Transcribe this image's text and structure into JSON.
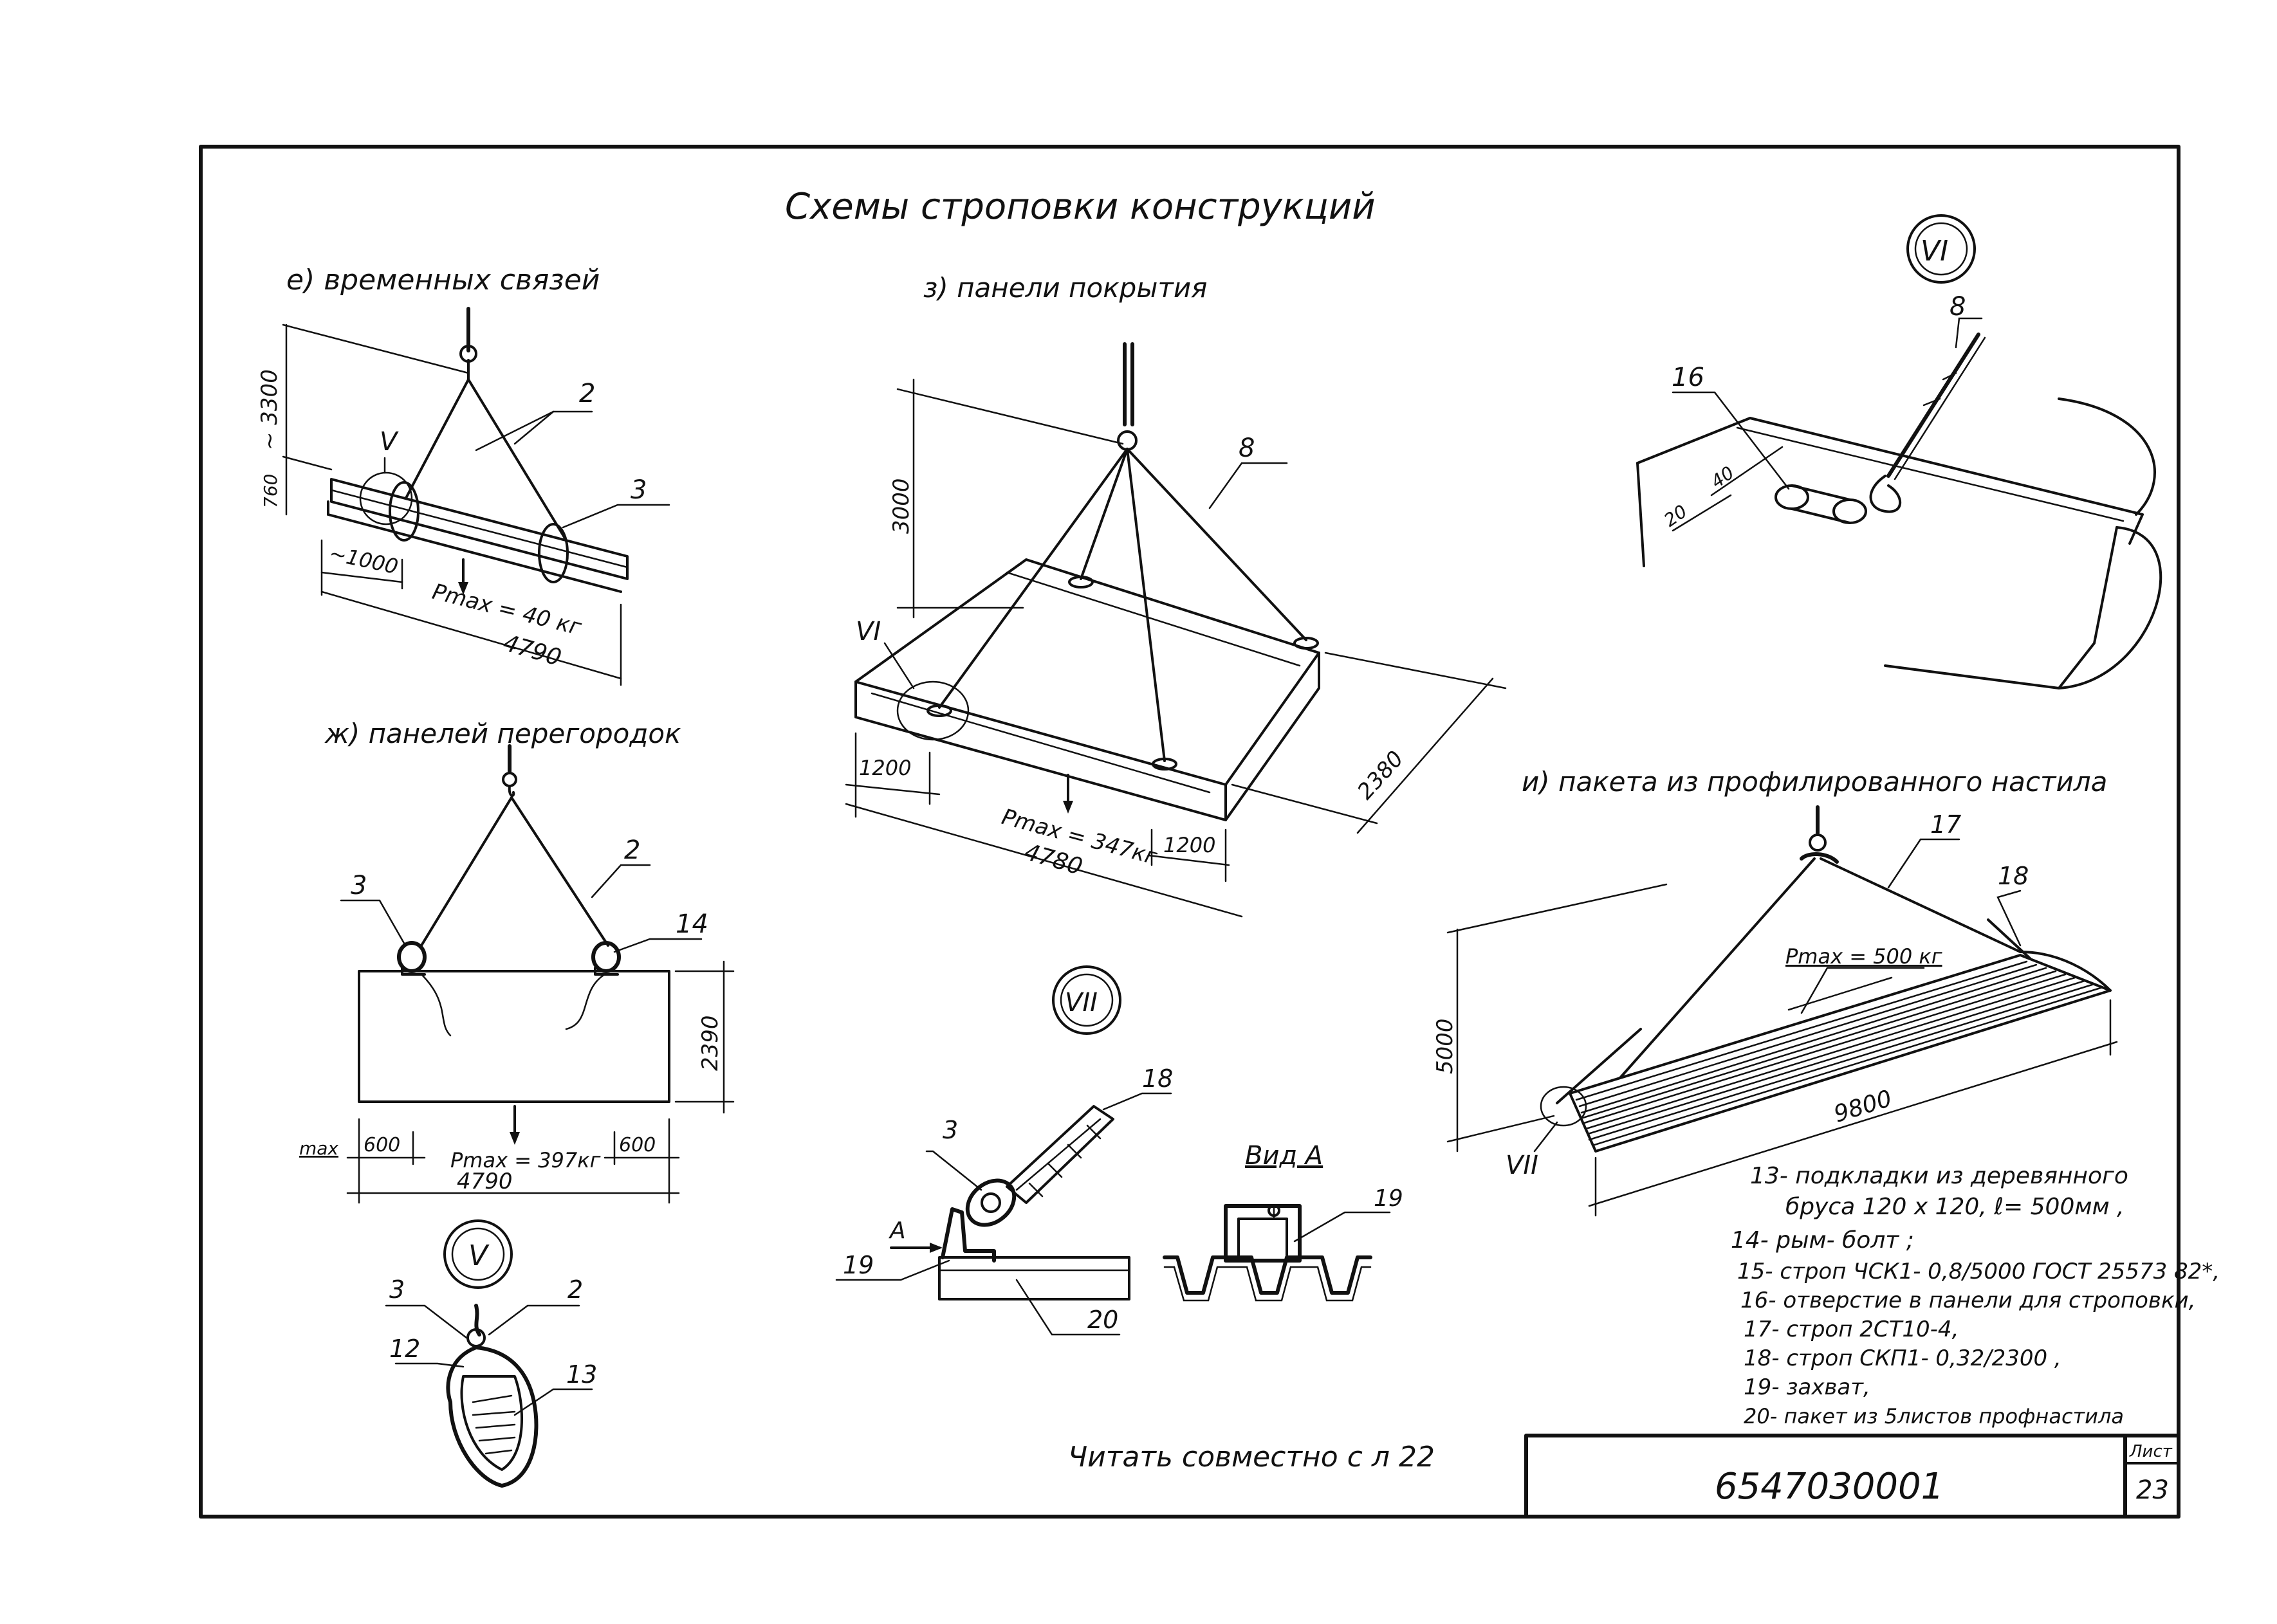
{
  "title": "Схемы строповки конструкций",
  "sections": {
    "e": {
      "label": "е)  временных  связей",
      "dim_height": "~ 3300",
      "dim_small": "760",
      "dim_offset": "~1000",
      "dim_length": "4790",
      "load": "Pmax = 40 кг",
      "callout_roman": "V",
      "item_a": "2",
      "item_b": "3"
    },
    "z": {
      "label": "з)  панели  покрытия",
      "dim_height": "3000",
      "dim_left": "1200",
      "dim_right": "1200",
      "dim_length": "4780",
      "dim_width": "2380",
      "load": "Pmax = 347кг",
      "callout_roman": "VI",
      "item": "8"
    },
    "zh": {
      "label": "ж)  панелей  перегородок",
      "dim_height": "2390",
      "dim_left": "600",
      "dim_right": "600",
      "dim_max": "max",
      "dim_length": "4790",
      "load": "Pmax = 397кг",
      "item_a": "2",
      "item_b": "3",
      "item_c": "14"
    },
    "i": {
      "label": "и)  пакета  из  профилированного  настила",
      "dim_height": "5000",
      "dim_length": "9800",
      "load": "Pmax = 500 кг",
      "callout_roman": "VII",
      "item_a": "17",
      "item_b": "18"
    }
  },
  "details": {
    "VI": {
      "roman": "VI",
      "item_a": "8",
      "item_b": "16",
      "dim_a": "40",
      "dim_b": "20"
    },
    "VII": {
      "roman": "VII",
      "item_a": "18",
      "item_b": "3",
      "item_c": "19",
      "item_d": "20",
      "arrow_label": "A",
      "view_label": "Вид А",
      "view_item": "19"
    },
    "V": {
      "roman": "V",
      "item_a": "3",
      "item_b": "2",
      "item_c": "12",
      "item_d": "13"
    }
  },
  "legend": [
    "13- подкладки из деревянного",
    "бруса  120 х 120,  ℓ= 500мм ,",
    "14- рым- болт ;",
    "15- строп ЧСК1- 0,8/5000 ГОСТ 25573 82*,",
    "16- отверстие в панели для строповки,",
    "17- строп 2СТ10-4,",
    "18- строп СКП1- 0,32/2300 ,",
    "19- захват,",
    "20- пакет из  5листов профнастила"
  ],
  "note": "Читать  совместно  с л  22",
  "stamp": {
    "code": "6547030001",
    "sheet_label": "Лист",
    "sheet_number": "23"
  }
}
